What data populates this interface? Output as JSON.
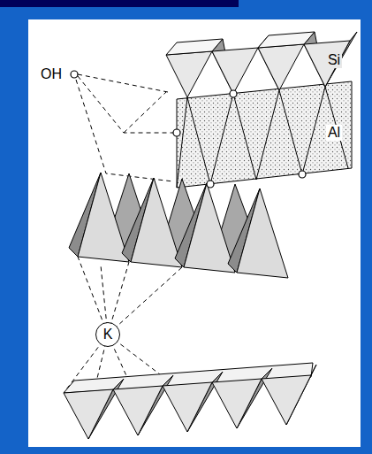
{
  "diagram": {
    "nodes": [
      {
        "text": [
          "K"
        ]
      }
    ],
    "labels": [
      "OH",
      "Si",
      "Al"
    ]
  }
}
